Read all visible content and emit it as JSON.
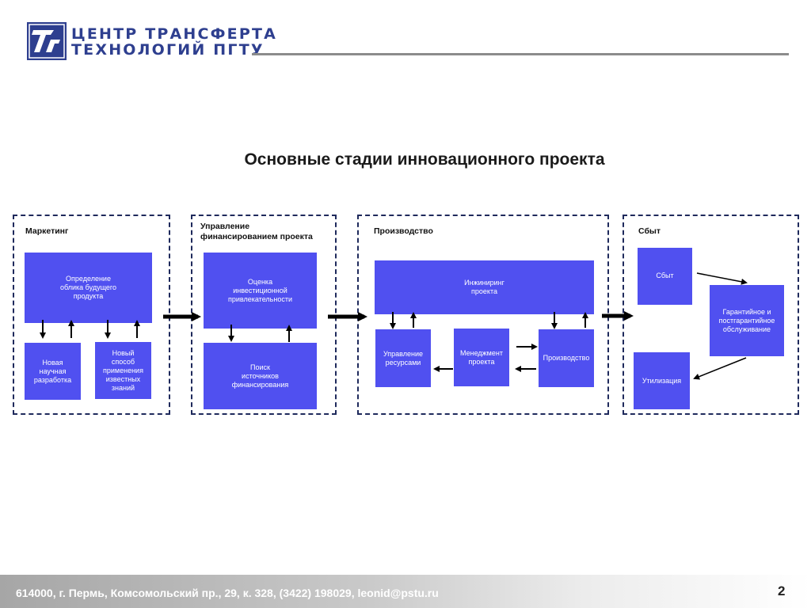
{
  "header": {
    "logo_line1": "ЦЕНТР ТРАНСФЕРТА",
    "logo_line2": "ТЕХНОЛОГИЙ  ПГТУ",
    "brand_color": "#2e3f8f"
  },
  "title": "Основные стадии инновационного проекта",
  "colors": {
    "box_front": "#5050f0",
    "box_top": "#9a9af7",
    "box_side": "#2e2ec0",
    "border": "#1f2a5c"
  },
  "sections": {
    "marketing": {
      "label": "Маркетинг",
      "box_definition": "Определение\nоблика будущего\nпродукта",
      "box_new_dev": "Новая\nнаучная\nразработка",
      "box_new_way": "Новый\nспособ\nприменения\nизвестных\nзнаний"
    },
    "finance": {
      "label": "Управление\nфинансированием проекта",
      "box_evaluation": "Оценка\nинвестиционной\nпривлекательности",
      "box_search": "Поиск\nисточников\nфинансирования"
    },
    "production": {
      "label": "Производство",
      "box_engineering": "Инжиниринг\nпроекта",
      "box_resources": "Управление\nресурсами",
      "box_management": "Менеджмент\nпроекта",
      "box_production": "Производство"
    },
    "sales": {
      "label": "Сбыт",
      "box_sales": "Сбыт",
      "box_warranty": "Гарантийное и\nпостгарантийное\nобслуживание",
      "box_disposal": "Утилизация"
    }
  },
  "footer": {
    "address": "614000, г. Пермь, Комсомольский пр., 29, к. 328, (3422) 198029, leonid@pstu.ru",
    "page": "2"
  }
}
